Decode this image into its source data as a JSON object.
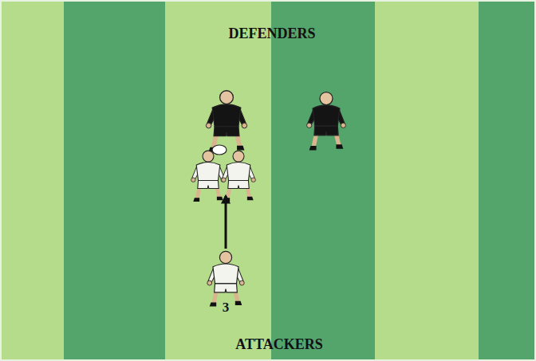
{
  "diagram": {
    "labels": [
      "DEFENDERS",
      "ATTACKERS",
      "3"
    ]
  }
}
